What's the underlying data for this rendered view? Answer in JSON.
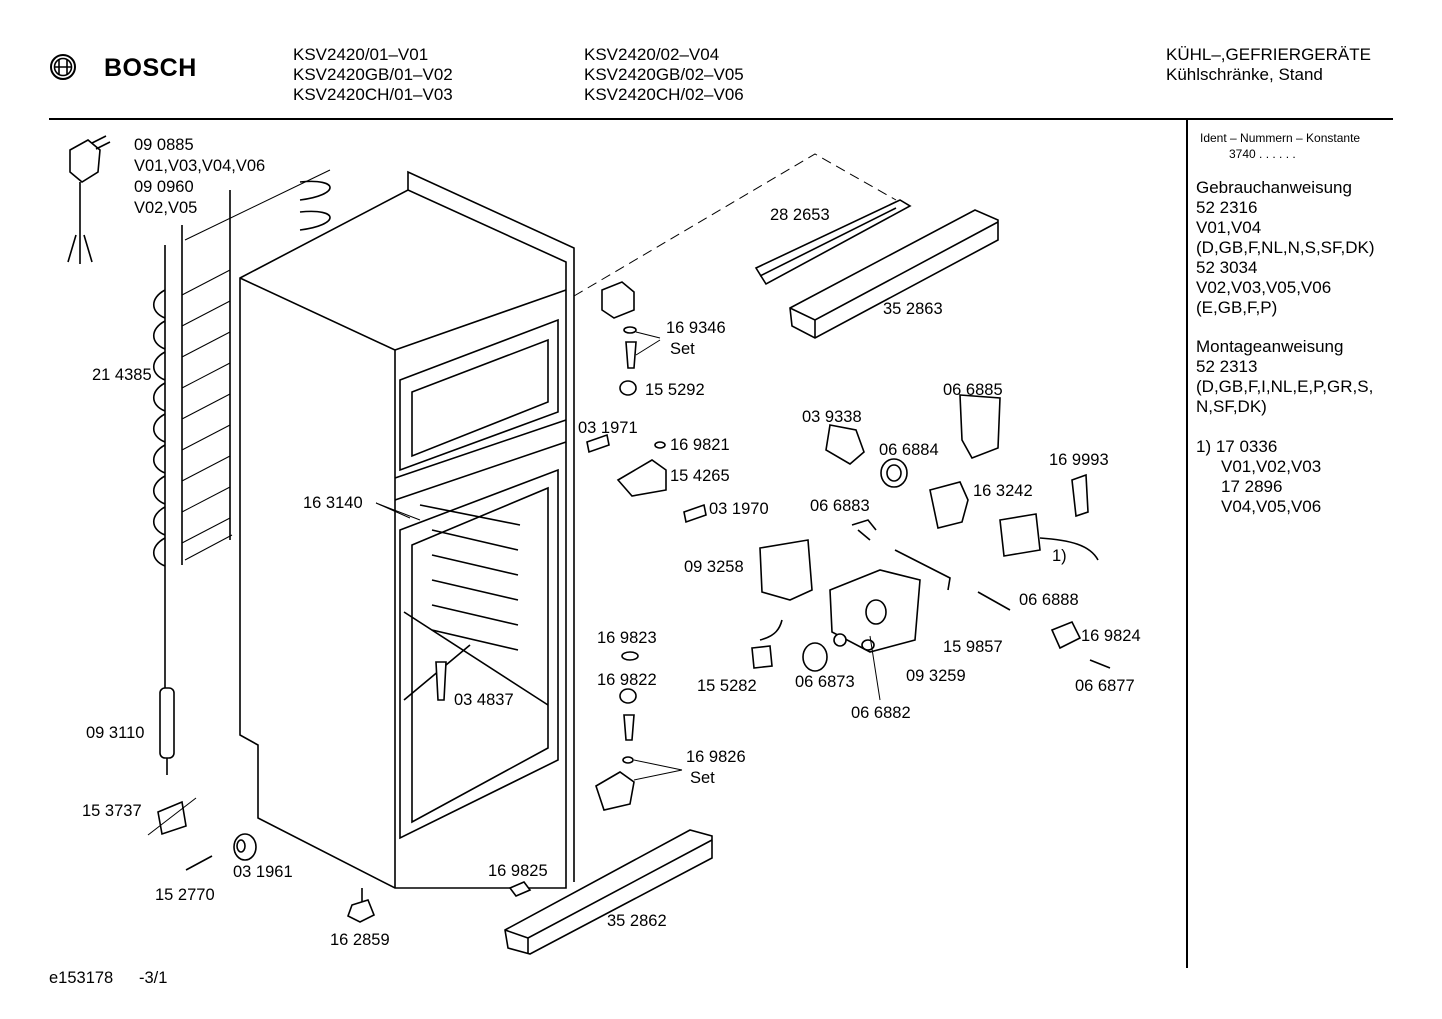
{
  "header": {
    "brand": "BOSCH",
    "models_col1": [
      "KSV2420/01–V01",
      "KSV2420GB/01–V02",
      "KSV2420CH/01–V03"
    ],
    "models_col2": [
      "KSV2420/02–V04",
      "KSV2420GB/02–V05",
      "KSV2420CH/02–V06"
    ],
    "category": "KÜHL–,GEFRIERGERÄTE",
    "subcategory": "Kühlschränke, Stand"
  },
  "sidebar": {
    "ident_title": "Ident – Nummern – Konstante",
    "ident_value": "3740  .  .  .  .  .  .",
    "manual_title": "Gebrauchanweisung",
    "manual_lines": [
      "52 2316",
      "V01,V04",
      "(D,GB,F,NL,N,S,SF,DK)",
      "52 3034",
      "V02,V03,V05,V06",
      "(E,GB,F,P)"
    ],
    "install_title": "Montageanweisung",
    "install_lines": [
      "52 2313",
      "(D,GB,F,I,NL,E,P,GR,S,",
      "N,SF,DK)"
    ],
    "footnote_lines": [
      "1)  17 0336",
      "V01,V02,V03",
      "17 2896",
      "V04,V05,V06"
    ]
  },
  "labels": {
    "plug_1": "09 0885",
    "plug_1_variants": "V01,V03,V04,V06",
    "plug_2": "09 0960",
    "plug_2_variants": "V02,V05",
    "condenser": "21 4385",
    "dryer": "09 3110",
    "p153737": "15 3737",
    "p152770": "15 2770",
    "p031961": "03 1961",
    "foot": "16 2859",
    "p163140": "16 3140",
    "p034837": "03 4837",
    "p282653": "28 2653",
    "p352863": "35 2863",
    "p169346": "16 9346",
    "set_1": "Set",
    "p155292": "15 5292",
    "p031971": "03 1971",
    "p169821": "16 9821",
    "p154265": "15 4265",
    "p031970": "03 1970",
    "p039338": "03 9338",
    "p066885": "06 6885",
    "p066884": "06 6884",
    "p169993": "16 9993",
    "p163242": "16 3242",
    "p066883": "06 6883",
    "note_1": "1)",
    "p093258": "09 3258",
    "p066888": "06 6888",
    "p169824": "16 9824",
    "p159857": "15 9857",
    "p169823": "16 9823",
    "p169822": "16 9822",
    "p155282": "15 5282",
    "p066873": "06 6873",
    "p093259": "09 3259",
    "p066877": "06 6877",
    "p066882": "06 6882",
    "p169826": "16 9826",
    "set_2": "Set",
    "p169825": "16 9825",
    "p352862": "35 2862"
  },
  "footer": {
    "drawing_id": "e153178",
    "sheet": "-3/1"
  }
}
